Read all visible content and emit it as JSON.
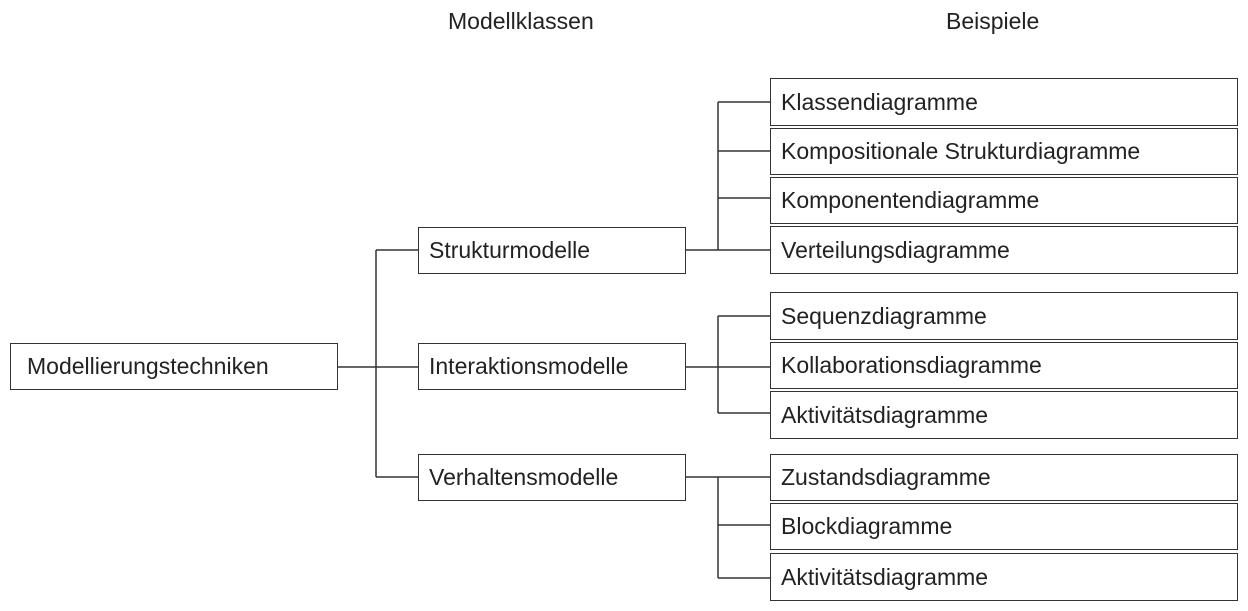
{
  "headings": {
    "classes": "Modellklassen",
    "examples": "Beispiele"
  },
  "root": "Modellierungstechniken",
  "classes": [
    {
      "label": "Strukturmodelle",
      "examples": [
        "Klassendiagramme",
        "Kompositionale Strukturdiagramme",
        "Komponentendiagramme",
        "Verteilungsdiagramme"
      ]
    },
    {
      "label": "Interaktionsmodelle",
      "examples": [
        "Sequenzdiagramme",
        "Kollaborationsdiagramme",
        "Aktivitätsdiagramme"
      ]
    },
    {
      "label": "Verhaltensmodelle",
      "examples": [
        "Zustandsdiagramme",
        "Blockdiagramme",
        "Aktivitätsdiagramme"
      ]
    }
  ]
}
